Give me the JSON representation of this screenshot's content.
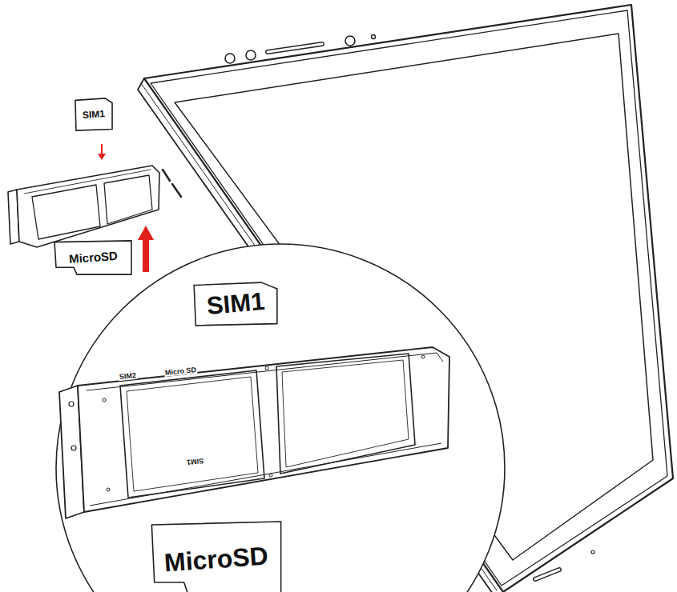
{
  "diagram": {
    "nodes": [
      {
        "text": [
          "SIM1"
        ]
      },
      {
        "text": [
          "MicroSD"
        ]
      },
      {
        "text": [
          "SIM1"
        ]
      },
      {
        "text": [
          "MicroSD"
        ]
      }
    ],
    "labels": [
      "SIM2",
      "Micro SD",
      "SIM1"
    ]
  }
}
